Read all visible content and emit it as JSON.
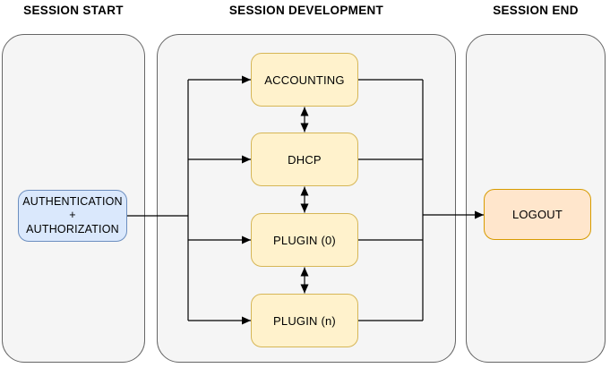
{
  "lanes": [
    {
      "title": "SESSION START"
    },
    {
      "title": "SESSION DEVELOPMENT"
    },
    {
      "title": "SESSION END"
    }
  ],
  "nodes": {
    "auth": {
      "lines": [
        "AUTHENTICATION",
        "+",
        "AUTHORIZATION"
      ],
      "fill": "#dae8fc",
      "border": "#6c8ebf"
    },
    "accounting": {
      "label": "ACCOUNTING",
      "fill": "#fff2cc",
      "border": "#d6b656"
    },
    "dhcp": {
      "label": "DHCP",
      "fill": "#fff2cc",
      "border": "#d6b656"
    },
    "plugin0": {
      "label": "PLUGIN (0)",
      "fill": "#fff2cc",
      "border": "#d6b656"
    },
    "pluginN": {
      "label": "PLUGIN (n)",
      "fill": "#fff2cc",
      "border": "#d6b656"
    },
    "logout": {
      "label": "LOGOUT",
      "fill": "#ffe6cc",
      "border": "#d79b00"
    }
  },
  "styles": {
    "lane_fill": "#f5f5f5",
    "lane_border": "#666666",
    "connector_color": "#000000",
    "text_color": "#000000",
    "canvas_background": "#ffffff"
  }
}
